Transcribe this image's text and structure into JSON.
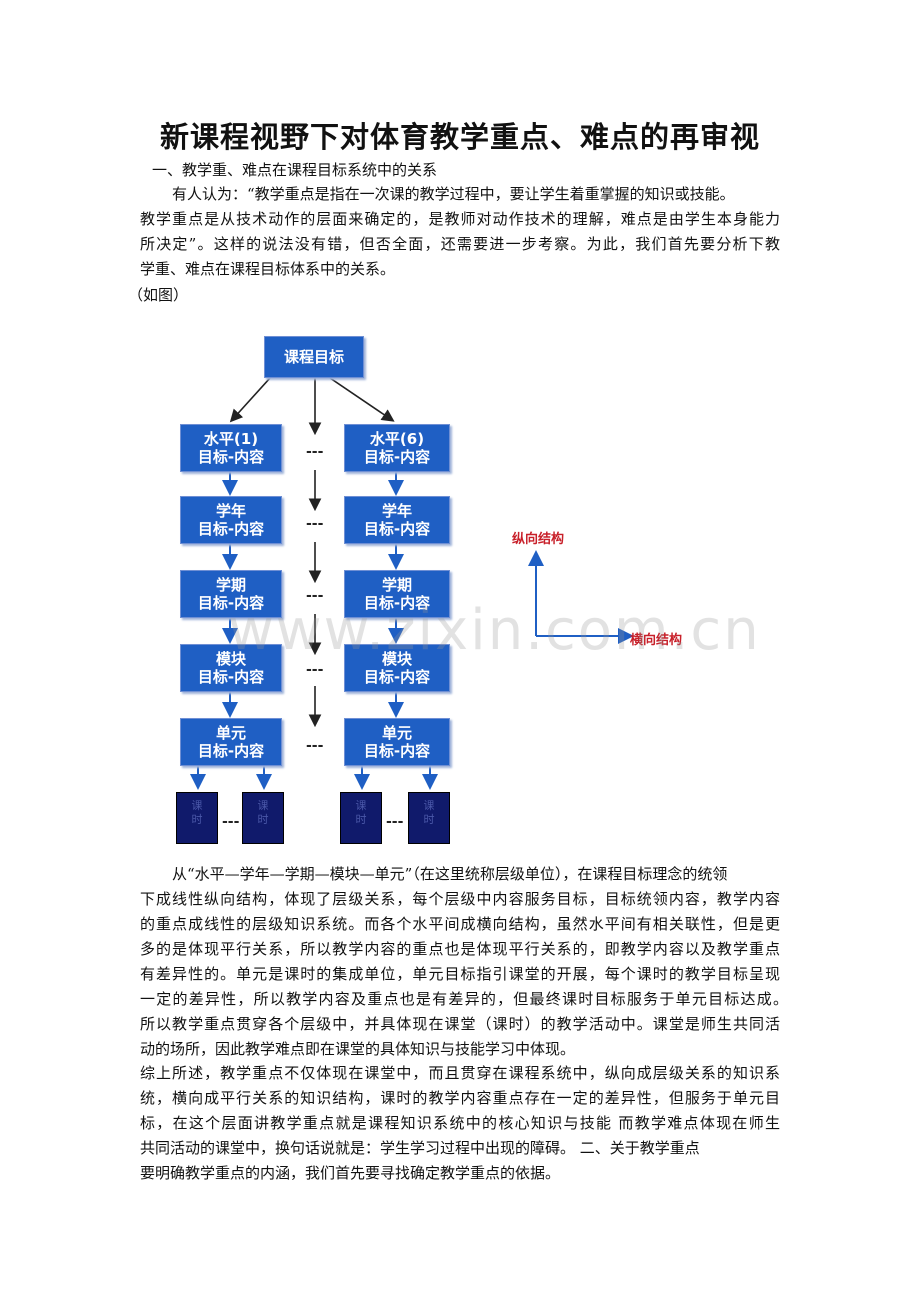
{
  "title": "新课程视野下对体育教学重点、难点的再审视",
  "section1_heading": "一、教学重、难点在课程目标系统中的关系",
  "para1": [
    "有人认为：“教学重点是指在一次课的教学过程中，要让学生着重掌握的知识或技能。",
    "教学重点是从技术动作的层面来确定的，是教师对动作技术的理解，难点是由学生本身能力",
    "所决定”。这样的说法没有错，但否全面，还需要进一步考察。为此，我们首先要分析下教",
    "学重、难点在课程目标体系中的关系。"
  ],
  "figure_ref": "（如图）",
  "diagram": {
    "root": "课程目标",
    "left_column": [
      {
        "line1": "水平(1)",
        "line2": "目标-内容"
      },
      {
        "line1": "学年",
        "line2": "目标-内容"
      },
      {
        "line1": "学期",
        "line2": "目标-内容"
      },
      {
        "line1": "模块",
        "line2": "目标-内容"
      },
      {
        "line1": "单元",
        "line2": "目标-内容"
      }
    ],
    "right_column": [
      {
        "line1": "水平(6)",
        "line2": "目标-内容"
      },
      {
        "line1": "学年",
        "line2": "目标-内容"
      },
      {
        "line1": "学期",
        "line2": "目标-内容"
      },
      {
        "line1": "模块",
        "line2": "目标-内容"
      },
      {
        "line1": "单元",
        "line2": "目标-内容"
      }
    ],
    "leaf_text": "课\n时",
    "ellipsis": "---",
    "vertical_axis_label": "纵向结构",
    "horizontal_axis_label": "横向结构",
    "watermark": "www.zixin.com.cn"
  },
  "para2": [
    "从“水平—学年—学期—模块—单元”（在这里统称层级单位），在课程目标理念的统领",
    "下成线性纵向结构，体现了层级关系，每个层级中内容服务目标，目标统领内容，教学内容",
    "的重点成线性的层级知识系统。而各个水平间成横向结构，虽然水平间有相关联性，但是更",
    "多的是体现平行关系，所以教学内容的重点也是体现平行关系的，即教学内容以及教学重点",
    "有差异性的。单元是课时的集成单位，单元目标指引课堂的开展，每个课时的教学目标呈现",
    "一定的差异性，所以教学内容及重点也是有差异的，但最终课时目标服务于单元目标达成。",
    "所以教学重点贯穿各个层级中，并具体现在课堂（课时）的教学活动中。课堂是师生共同活",
    "动的场所，因此教学难点即在课堂的具体知识与技能学习中体现。"
  ],
  "para3": [
    "综上所述，教学重点不仅体现在课堂中，而且贯穿在课程系统中，纵向成层级关系的知识系",
    "统，横向成平行关系的知识结构，课时的教学内容重点存在一定的差异性，但服务于单元目",
    "标，在这个层面讲教学重点就是课程知识系统中的核心知识与技能  而教学难点体现在师生",
    "共同活动的课堂中，换句话说就是：学生学习过程中出现的障碍。 二、关于教学重点",
    "要明确教学重点的内涵，我们首先要寻找确定教学重点的依据。"
  ],
  "colors": {
    "box_fill": "#1f5fc4",
    "leaf_fill": "#101a6b",
    "axis_color": "#1f5fc4",
    "axis_label_color": "#c8202a"
  }
}
